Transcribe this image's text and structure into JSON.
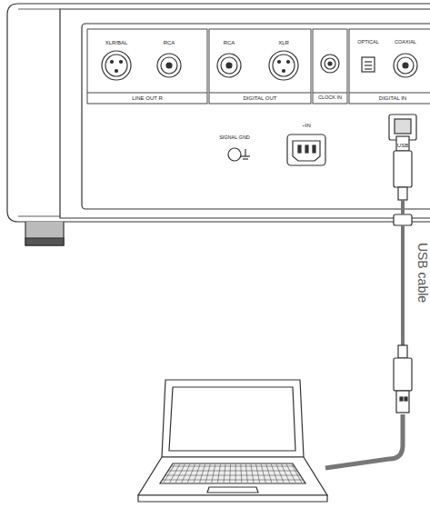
{
  "diagram": {
    "labels": [
      "XLR/BAL",
      "RCA",
      "LINE OUT R",
      "RCA",
      "XLR",
      "DIGITAL OUT",
      "CLOCK IN",
      "OPTICAL",
      "COAXIAL",
      "DIGITAL IN",
      "USB",
      "SIGNAL GND",
      "~IN",
      "USB cable"
    ]
  }
}
